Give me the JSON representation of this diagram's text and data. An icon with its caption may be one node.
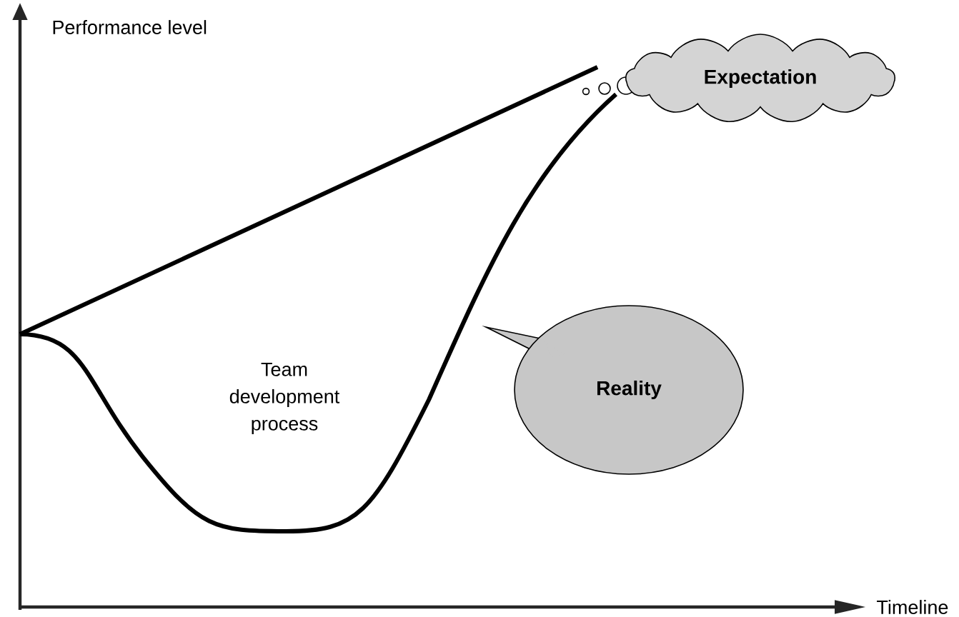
{
  "diagram": {
    "nodes": [
      {
        "text": [
          "Expectation"
        ]
      },
      {
        "text": [
          "Reality"
        ]
      }
    ],
    "labels": [
      "Performance level",
      "Timeline",
      "Team development process"
    ]
  }
}
